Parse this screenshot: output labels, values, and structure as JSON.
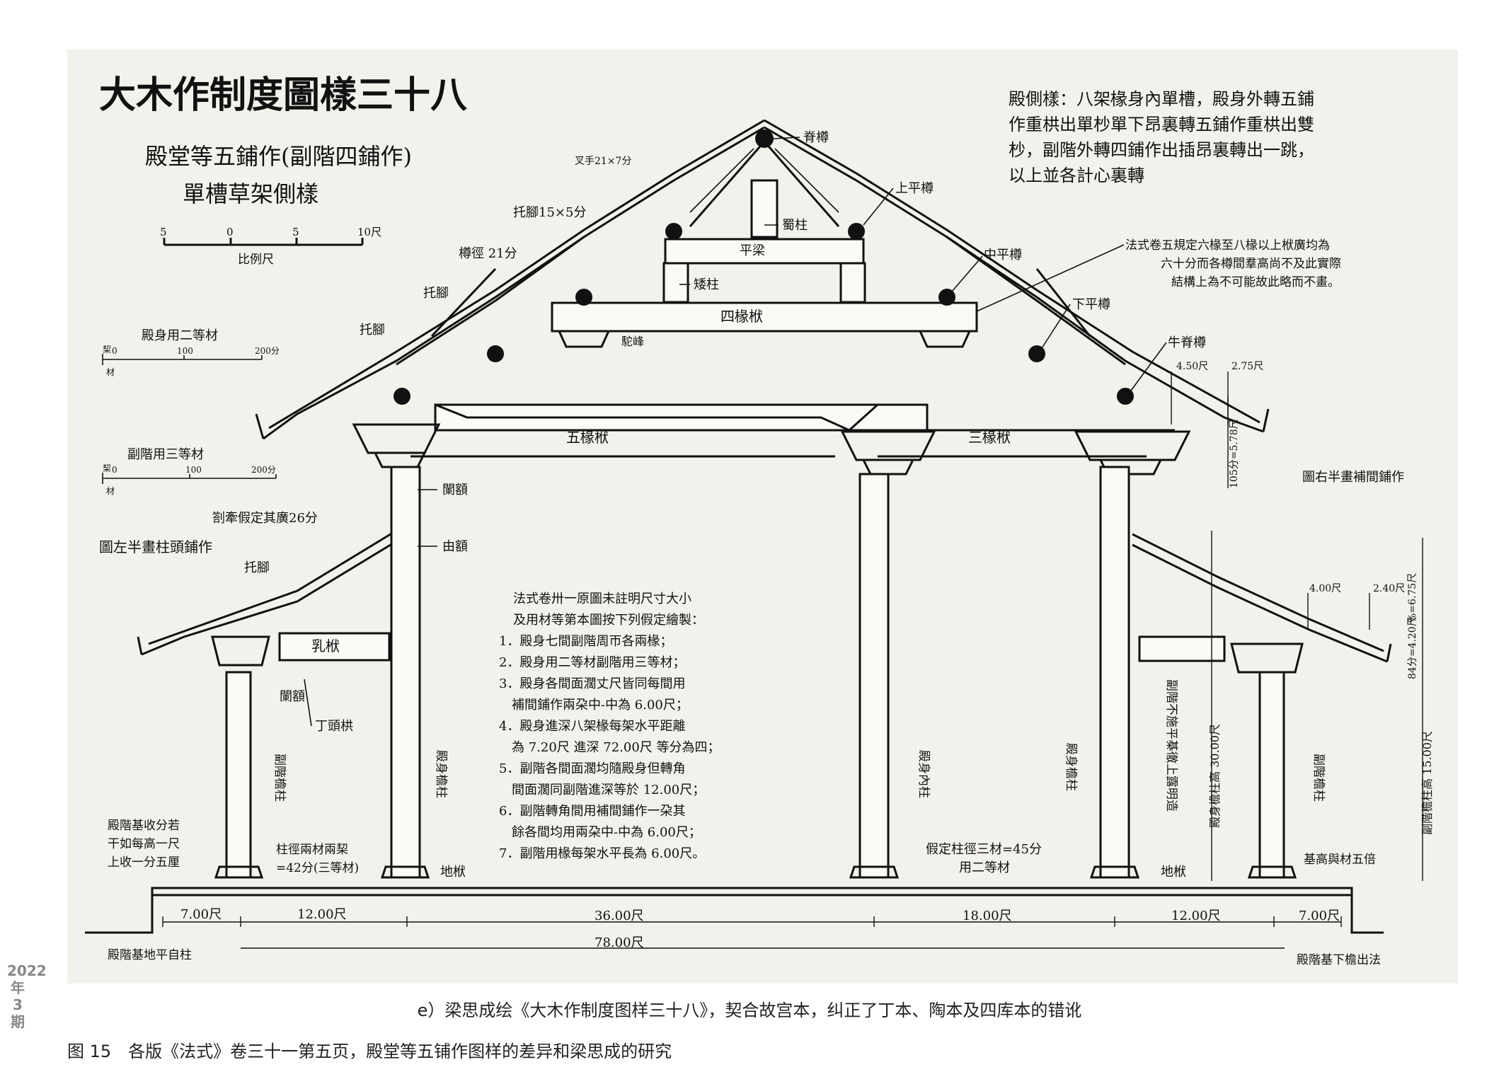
{
  "plate": {
    "title": "大木作制度圖樣三十八",
    "subtitle_1": "殿堂等五鋪作(副階四鋪作)",
    "subtitle_2": "單槽草架側樣",
    "scale_label": "比例尺",
    "scale_ticks": [
      "5",
      "0",
      "5",
      "10尺"
    ],
    "hall_scale_label": "殿身用二等材",
    "hall_scale_ticks": [
      "0",
      "100",
      "200分"
    ],
    "aisle_scale_label": "副階用三等材",
    "aisle_scale_ticks": [
      "0",
      "100",
      "200分"
    ],
    "scale_small_1": "栔",
    "scale_small_2": "材",
    "note_top_right": [
      "殿側樣：八架椽身內單槽，殿身外轉五鋪",
      "作重栱出單杪單下昂裏轉五鋪作重栱出雙",
      "杪，副階外轉四鋪作出插昂裏轉出一跳，",
      "以上並各計心裏轉"
    ],
    "note_right_mid": [
      "法式卷五規定六椽至八椽以上栿廣均為",
      "六十分而各樽間羣高尚不及此實際",
      "結構上為不可能故此略而不畫。"
    ],
    "note_center": [
      "法式卷卅一原圖未註明尺寸大小",
      "及用材等第本圖按下列假定繪製：",
      "1．殿身七間副階周帀各兩椽；",
      "2．殿身用二等材副階用三等材；",
      "3．殿身各間面濶丈尺皆同每間用",
      "　補間鋪作兩朶中-中為 6.00尺；",
      "4．殿身進深八架椽每架水平距離",
      "　為 7.20尺 進深 72.00尺 等分為四；",
      "5．副階各間面濶均隨殿身但轉角",
      "　間面濶同副階進深等於 12.00尺；",
      "6．副階轉角間用補間鋪作一朶其",
      "　餘各間均用兩朶中-中為 6.00尺；",
      "7．副階用椽每架水平長為 6.00尺。"
    ],
    "labels": {
      "ji_tuan": "脊樽",
      "cha_shou": "叉手21×7分",
      "shang_ping_tuan": "上平樽",
      "shu_zhu": "蜀柱",
      "tuo_jiao_1": "托腳15×5分",
      "ping_liang": "平梁",
      "chuan_jing": "樽徑 21分",
      "zhong_ping_tuan": "中平樽",
      "ai_zhu": "矮柱",
      "tuo_jiao_2": "托腳",
      "si_chuan_fu": "四椽栿",
      "tuo_jiao_3": "托腳",
      "tuo_feng": "駝峰",
      "xia_ping_tuan": "下平樽",
      "niu_ji_tuan": "牛脊樽",
      "wu_chuan_fu": "五椽栿",
      "san_chuan_fu": "三椽栿",
      "lan_e": "闌額",
      "you_e": "由額",
      "zhuo_qian": "劄牽假定其廣26分",
      "tuo_jiao_4": "托腳",
      "ru_fu": "乳栿",
      "lan_e_2": "闌額",
      "ding_tou_gong": "丁頭栱",
      "left_label": "圖左半畫柱頭鋪作",
      "right_label": "圖右半畫補間鋪作",
      "fu_jie_yan_zhu": "副階檐柱",
      "dian_shen_yan_zhu": "殿身檐柱",
      "dian_shen_nei_zhu": "殿身內柱",
      "dian_shen_yan_zhu_r": "殿身檐柱",
      "fu_jie_yan_zhu_r": "副階檐柱",
      "di_fu_l": "地栿",
      "di_fu_r": "地栿",
      "zhu_jing": "柱徑兩材兩栔",
      "zhu_jing_2": "=42分(三等材)",
      "jia_ding_zhu_jing": "假定柱徑三材=45分",
      "jia_ding_zhu_jing_2": "用二等材",
      "jie_ji_1": "殿階基收分若",
      "jie_ji_2": "干如每高一尺",
      "jie_ji_3": "上收一分五厘",
      "jie_ji_bottom": "殿階基地平自柱",
      "jie_ji_right": "殿階基下檐出法",
      "ji_gao": "基高與材五倍",
      "fu_jie_note": "副階不施平棊徹上露明造",
      "dian_shen_zhu_gao": "殿身檐柱高 30.00尺",
      "fu_jie_zhu_gao": "副階檐柱高 15.00尺",
      "dim_450": "4.50尺",
      "dim_275": "2.75尺",
      "dim_105": "105分=5.78尺",
      "dim_400": "4.00尺",
      "dim_240": "2.40尺",
      "dim_84": "84分=4.20尺",
      "dim_6_75": "%=6.75尺",
      "dim_700_l": "7.00尺",
      "dim_1200_l": "12.00尺",
      "dim_3600": "36.00尺",
      "dim_1800": "18.00尺",
      "dim_1200_r": "12.00尺",
      "dim_700_r": "7.00尺",
      "dim_7800": "78.00尺"
    }
  },
  "captions": {
    "sub": "e）梁思成绘《大木作制度图样三十八》，契合故宫本，纠正了丁本、陶本及四库本的错讹",
    "figure": "图 15　各版《法式》卷三十一第五页，殿堂等五铺作图样的差异和梁思成的研究",
    "side_tag": "2022年3期"
  }
}
